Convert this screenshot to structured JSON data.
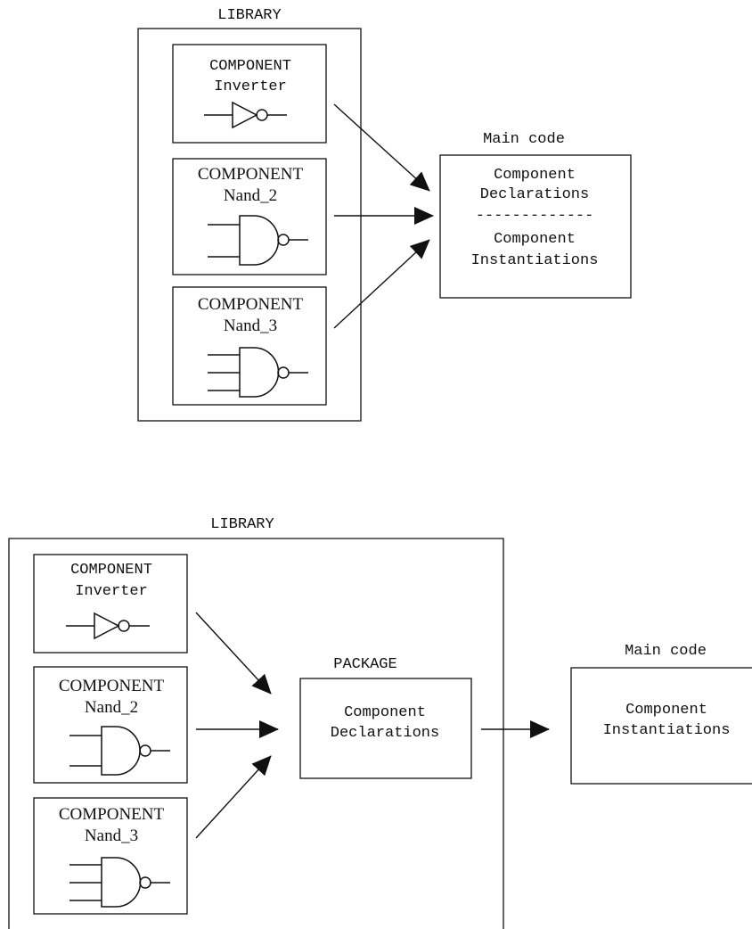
{
  "top": {
    "library_label": "LIBRARY",
    "components": [
      {
        "kind": "COMPONENT",
        "name": "Inverter"
      },
      {
        "kind": "COMPONENT",
        "name": "Nand_2"
      },
      {
        "kind": "COMPONENT",
        "name": "Nand_3"
      }
    ],
    "main_code": {
      "title": "Main code",
      "line1": "Component",
      "line2": "Declarations",
      "divider": "-------------",
      "line3": "Component",
      "line4": "Instantiations"
    }
  },
  "bottom": {
    "library_label": "LIBRARY",
    "components": [
      {
        "kind": "COMPONENT",
        "name": "Inverter"
      },
      {
        "kind": "COMPONENT",
        "name": "Nand_2"
      },
      {
        "kind": "COMPONENT",
        "name": "Nand_3"
      }
    ],
    "package": {
      "label": "PACKAGE",
      "line1": "Component",
      "line2": "Declarations"
    },
    "main_code": {
      "title": "Main code",
      "line1": "Component",
      "line2": "Instantiations"
    }
  }
}
